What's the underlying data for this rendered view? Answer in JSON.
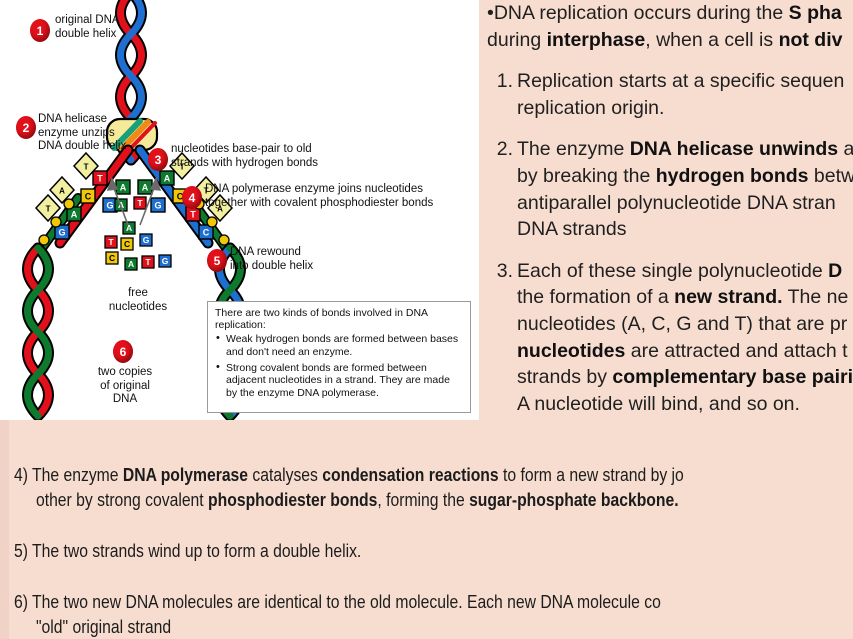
{
  "slide": {
    "background_color": "#f7ddd0",
    "text_color": "#1f1f1f"
  },
  "diagram": {
    "alt": "DNA replication fork diagram",
    "background_color": "#ffffff",
    "strand_colors": {
      "original_red": "#e2101a",
      "original_blue": "#1f6fd0",
      "new_green": "#0d7a2e",
      "helicase_yellow": "#f5ea9a"
    },
    "callouts": [
      {
        "number": "1",
        "text": "original DNA\ndouble helix"
      },
      {
        "number": "2",
        "text": "DNA helicase\nenzyme unzips\nDNA double helix"
      },
      {
        "number": "3",
        "text": "nucleotides base-pair to old\nstrands with hydrogen bonds"
      },
      {
        "number": "4",
        "text": "DNA polymerase enzyme joins nucleotides\ntogether with covalent phosphodiester bonds"
      },
      {
        "number": "5",
        "text": "DNA rewound\ninto double helix"
      },
      {
        "number": "6",
        "text": "two copies\nof original DNA"
      }
    ],
    "plain_labels": [
      {
        "text": "free\nnucleotides"
      }
    ],
    "info_box": {
      "heading": "There are two kinds of bonds involved in DNA replication:",
      "bullets": [
        "Weak hydrogen bonds are formed between bases and don't need an enzyme.",
        "Strong covalent bonds are formed between adjacent nucleotides in a strand. They are made by the enzyme DNA polymerase."
      ]
    },
    "base_letters": [
      "A",
      "T",
      "C",
      "G"
    ]
  },
  "right_column": {
    "intro": [
      {
        "segments": [
          {
            "t": "•DNA replication occurs during the ",
            "b": false
          },
          {
            "t": "S pha",
            "b": true
          }
        ]
      },
      {
        "segments": [
          {
            "t": "during ",
            "b": false
          },
          {
            "t": "interphase",
            "b": true
          },
          {
            "t": ", when a cell is ",
            "b": false
          },
          {
            "t": "not div",
            "b": true
          }
        ]
      }
    ],
    "numbered_items": [
      {
        "number": "1.",
        "lines": [
          {
            "segments": [
              {
                "t": "Replication starts at a specific sequen",
                "b": false
              }
            ]
          },
          {
            "segments": [
              {
                "t": "replication origin.",
                "b": false
              }
            ]
          }
        ]
      },
      {
        "number": "2.",
        "lines": [
          {
            "segments": [
              {
                "t": "The enzyme ",
                "b": false
              },
              {
                "t": "DNA helicase unwinds",
                "b": true
              },
              {
                "t": " a",
                "b": false
              }
            ]
          },
          {
            "segments": [
              {
                "t": "by breaking the ",
                "b": false
              },
              {
                "t": "hydrogen bonds",
                "b": true
              },
              {
                "t": " betw",
                "b": false
              }
            ]
          },
          {
            "segments": [
              {
                "t": "antiparallel polynucleotide DNA stran",
                "b": false
              }
            ]
          },
          {
            "segments": [
              {
                "t": "DNA strands",
                "b": false
              }
            ]
          }
        ]
      },
      {
        "number": "3.",
        "lines": [
          {
            "segments": [
              {
                "t": "Each of these single polynucleotide ",
                "b": false
              },
              {
                "t": "D",
                "b": true
              }
            ]
          },
          {
            "segments": [
              {
                "t": "the formation of a ",
                "b": false
              },
              {
                "t": "new strand.",
                "b": true
              },
              {
                "t": " The ne",
                "b": false
              }
            ]
          },
          {
            "segments": [
              {
                "t": "nucleotides (A, C, G and T) that are pr",
                "b": false
              }
            ]
          },
          {
            "segments": [
              {
                "t": "nucleotides",
                "b": true
              },
              {
                "t": " are attracted and attach t",
                "b": false
              }
            ]
          },
          {
            "segments": [
              {
                "t": "strands by ",
                "b": false
              },
              {
                "t": "complementary base pairi",
                "b": true
              }
            ]
          },
          {
            "segments": [
              {
                "t": "A nucleotide will bind, and so on.",
                "b": false
              }
            ]
          }
        ]
      }
    ]
  },
  "bottom_items": [
    {
      "lines": [
        {
          "indent": false,
          "segments": [
            {
              "t": "4) The enzyme ",
              "b": false
            },
            {
              "t": "DNA polymerase",
              "b": true
            },
            {
              "t": " catalyses ",
              "b": false
            },
            {
              "t": "condensation reactions",
              "b": true
            },
            {
              "t": " to form a new strand by jo",
              "b": false
            }
          ]
        },
        {
          "indent": true,
          "segments": [
            {
              "t": "other by strong covalent ",
              "b": false
            },
            {
              "t": "phosphodiester bonds",
              "b": true
            },
            {
              "t": ", forming the ",
              "b": false
            },
            {
              "t": "sugar-phosphate backbone.",
              "b": true
            },
            {
              "t": " ",
              "b": false
            }
          ]
        }
      ]
    },
    {
      "lines": [
        {
          "indent": false,
          "segments": [
            {
              "t": "5) The two strands wind up to form a double helix.",
              "b": false
            }
          ]
        }
      ]
    },
    {
      "lines": [
        {
          "indent": false,
          "segments": [
            {
              "t": "6) The two new DNA molecules are identical to the old molecule. Each new DNA molecule co",
              "b": false
            }
          ]
        },
        {
          "indent": true,
          "segments": [
            {
              "t": "\"old\" original strand",
              "b": false
            }
          ]
        }
      ]
    }
  ]
}
